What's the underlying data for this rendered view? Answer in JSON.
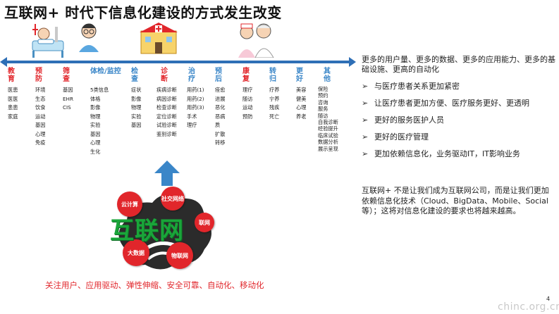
{
  "title": "互联网+ 时代下信息化建设的方式发生改变",
  "columns": [
    {
      "head": "教育",
      "items": [
        "医患",
        "医医",
        "患患",
        "家庭"
      ]
    },
    {
      "head": "预防",
      "items": [
        "环境",
        "生态",
        "饮食",
        "运动",
        "基因",
        "心理",
        "免疫"
      ]
    },
    {
      "head": "筛查",
      "items": [
        "基因",
        "EHR",
        "CIS"
      ]
    },
    {
      "head": "体检/监控",
      "items": [
        "5类信息",
        "体格",
        "影像",
        "物理",
        "实验",
        "基因",
        "心理",
        "生化"
      ]
    },
    {
      "head": "检查",
      "items": [
        "症状",
        "影像",
        "物理",
        "实验",
        "基因"
      ]
    },
    {
      "head": "诊断",
      "items": [
        "疾病诊断",
        "病因诊断",
        "检查诊断",
        "定位诊断",
        "试验诊断",
        "鉴别诊断"
      ]
    },
    {
      "head": "治疗",
      "items": [
        "用药(1)",
        "用药(2)",
        "用药(3)",
        "手术",
        "理疗"
      ]
    },
    {
      "head": "预后",
      "items": [
        "痊愈",
        "进展",
        "恶化",
        "恶病",
        "质",
        "扩散",
        "转移"
      ]
    },
    {
      "head": "康复",
      "items": [
        "理疗",
        "随访",
        "运动",
        "预防"
      ]
    },
    {
      "head": "转归",
      "items": [
        "疗养",
        "宁养",
        "残疾",
        "死亡"
      ]
    },
    {
      "head": "更好",
      "items": [
        "美容",
        "健美",
        "心理",
        "养老"
      ]
    },
    {
      "head": "其他",
      "items": [
        "保险",
        "预约",
        "咨询",
        "服务",
        "随访",
        "自我诊断",
        "经验提升",
        "临床试验",
        "数据分析",
        "展示呈现"
      ]
    }
  ],
  "right": {
    "intro": "更多的用户量、更多的数据、更多的应用能力、更多的基础设施、更高的自动化",
    "bullets": [
      "与医疗患者关系更加紧密",
      "让医疗患者更加方便、医疗服务更好、更透明",
      "更好的服务医护人员",
      "更好的医疗管理",
      "更加依赖信息化，业务驱动IT，IT影响业务"
    ],
    "chevron": "➢"
  },
  "summary": "互联网+ 不是让我们成为互联网公司，而是让我们更加依赖信息化技术（Cloud、BigData、Mobile、Social等）；这将对信息化建设的要求也将越来越高。",
  "cloud": {
    "word": "互联网",
    "bubbles": [
      "云计算",
      "社交网络",
      "联网",
      "大数据",
      "物联网"
    ]
  },
  "bottom_line": "关注用户、应用驱动、弹性伸缩、安全可靠、自动化、移动化",
  "page_number": "4",
  "watermark": "chinc.org.cn",
  "colors": {
    "accent_red": "#e1262b",
    "accent_blue": "#3a86c8",
    "timeline": "#2e6fb6",
    "brand_green": "#1aa53a"
  }
}
